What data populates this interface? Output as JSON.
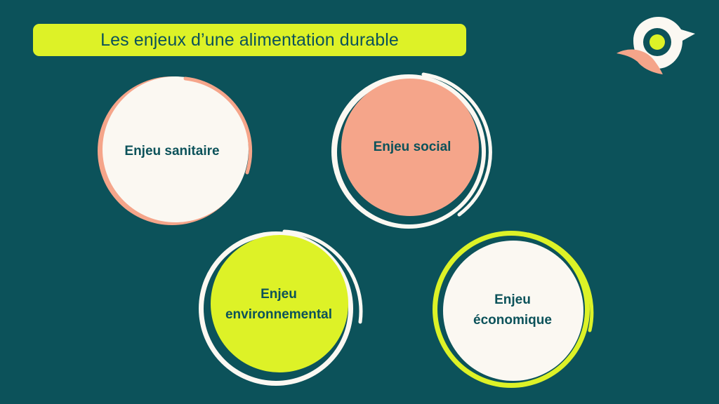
{
  "title": "Les enjeux d’une alimentation durable",
  "colors": {
    "background": "#0c525a",
    "accent_lime": "#ddf227",
    "accent_salmon": "#f5a58a",
    "cream": "#fbf8f2",
    "text": "#0c525a"
  },
  "logo": {
    "icon": "bird-logo-icon"
  },
  "items": [
    {
      "label": "Enjeu sanitaire",
      "fill": "#fbf8f2",
      "ring": "#f5a58a"
    },
    {
      "label": "Enjeu social",
      "fill": "#f5a58a",
      "ring": "#fbf8f2"
    },
    {
      "label": "Enjeu environnemental",
      "label_lines": [
        "Enjeu",
        "environnemental"
      ],
      "fill": "#ddf227",
      "ring": "#fbf8f2"
    },
    {
      "label": "Enjeu économique",
      "label_lines": [
        "Enjeu",
        "économique"
      ],
      "fill": "#fbf8f2",
      "ring": "#ddf227"
    }
  ]
}
